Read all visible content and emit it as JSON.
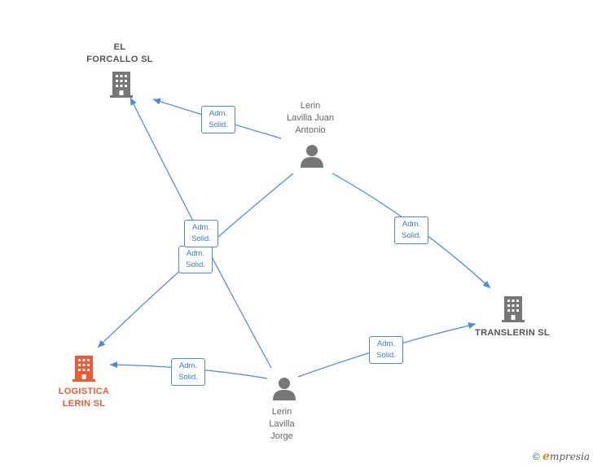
{
  "colors": {
    "edge": "#4a8ad6",
    "company": "#777777",
    "main_company": "#ee5a36",
    "person": "#777777"
  },
  "nodes": {
    "el_forcallo": {
      "label": "EL\nFORCALLO  SL",
      "kind": "company",
      "icon": "building-icon"
    },
    "logistica": {
      "label": "LOGISTICA\nLERIN  SL",
      "kind": "main-company",
      "icon": "building-icon"
    },
    "translerin": {
      "label": "TRANSLERIN SL",
      "kind": "company",
      "icon": "building-icon"
    },
    "juan_antonio": {
      "label": "Lerin\nLavilla Juan\nAntonio",
      "kind": "person",
      "icon": "person-icon"
    },
    "jorge": {
      "label": "Lerin\nLavilla\nJorge",
      "kind": "person",
      "icon": "person-icon"
    }
  },
  "edges": [
    {
      "from": "juan_antonio",
      "to": "el_forcallo",
      "label": "Adm.\nSolid."
    },
    {
      "from": "juan_antonio",
      "to": "translerin",
      "label": "Adm.\nSolid."
    },
    {
      "from": "juan_antonio",
      "to": "logistica",
      "label": "Adm.\nSolid."
    },
    {
      "from": "jorge",
      "to": "el_forcallo",
      "label": "Adm.\nSolid."
    },
    {
      "from": "jorge",
      "to": "logistica",
      "label": "Adm.\nSolid."
    },
    {
      "from": "jorge",
      "to": "translerin",
      "label": "Adm.\nSolid."
    }
  ],
  "footer": {
    "copyright": "©",
    "brand_initial": "e",
    "brand_rest": "mpresia"
  }
}
